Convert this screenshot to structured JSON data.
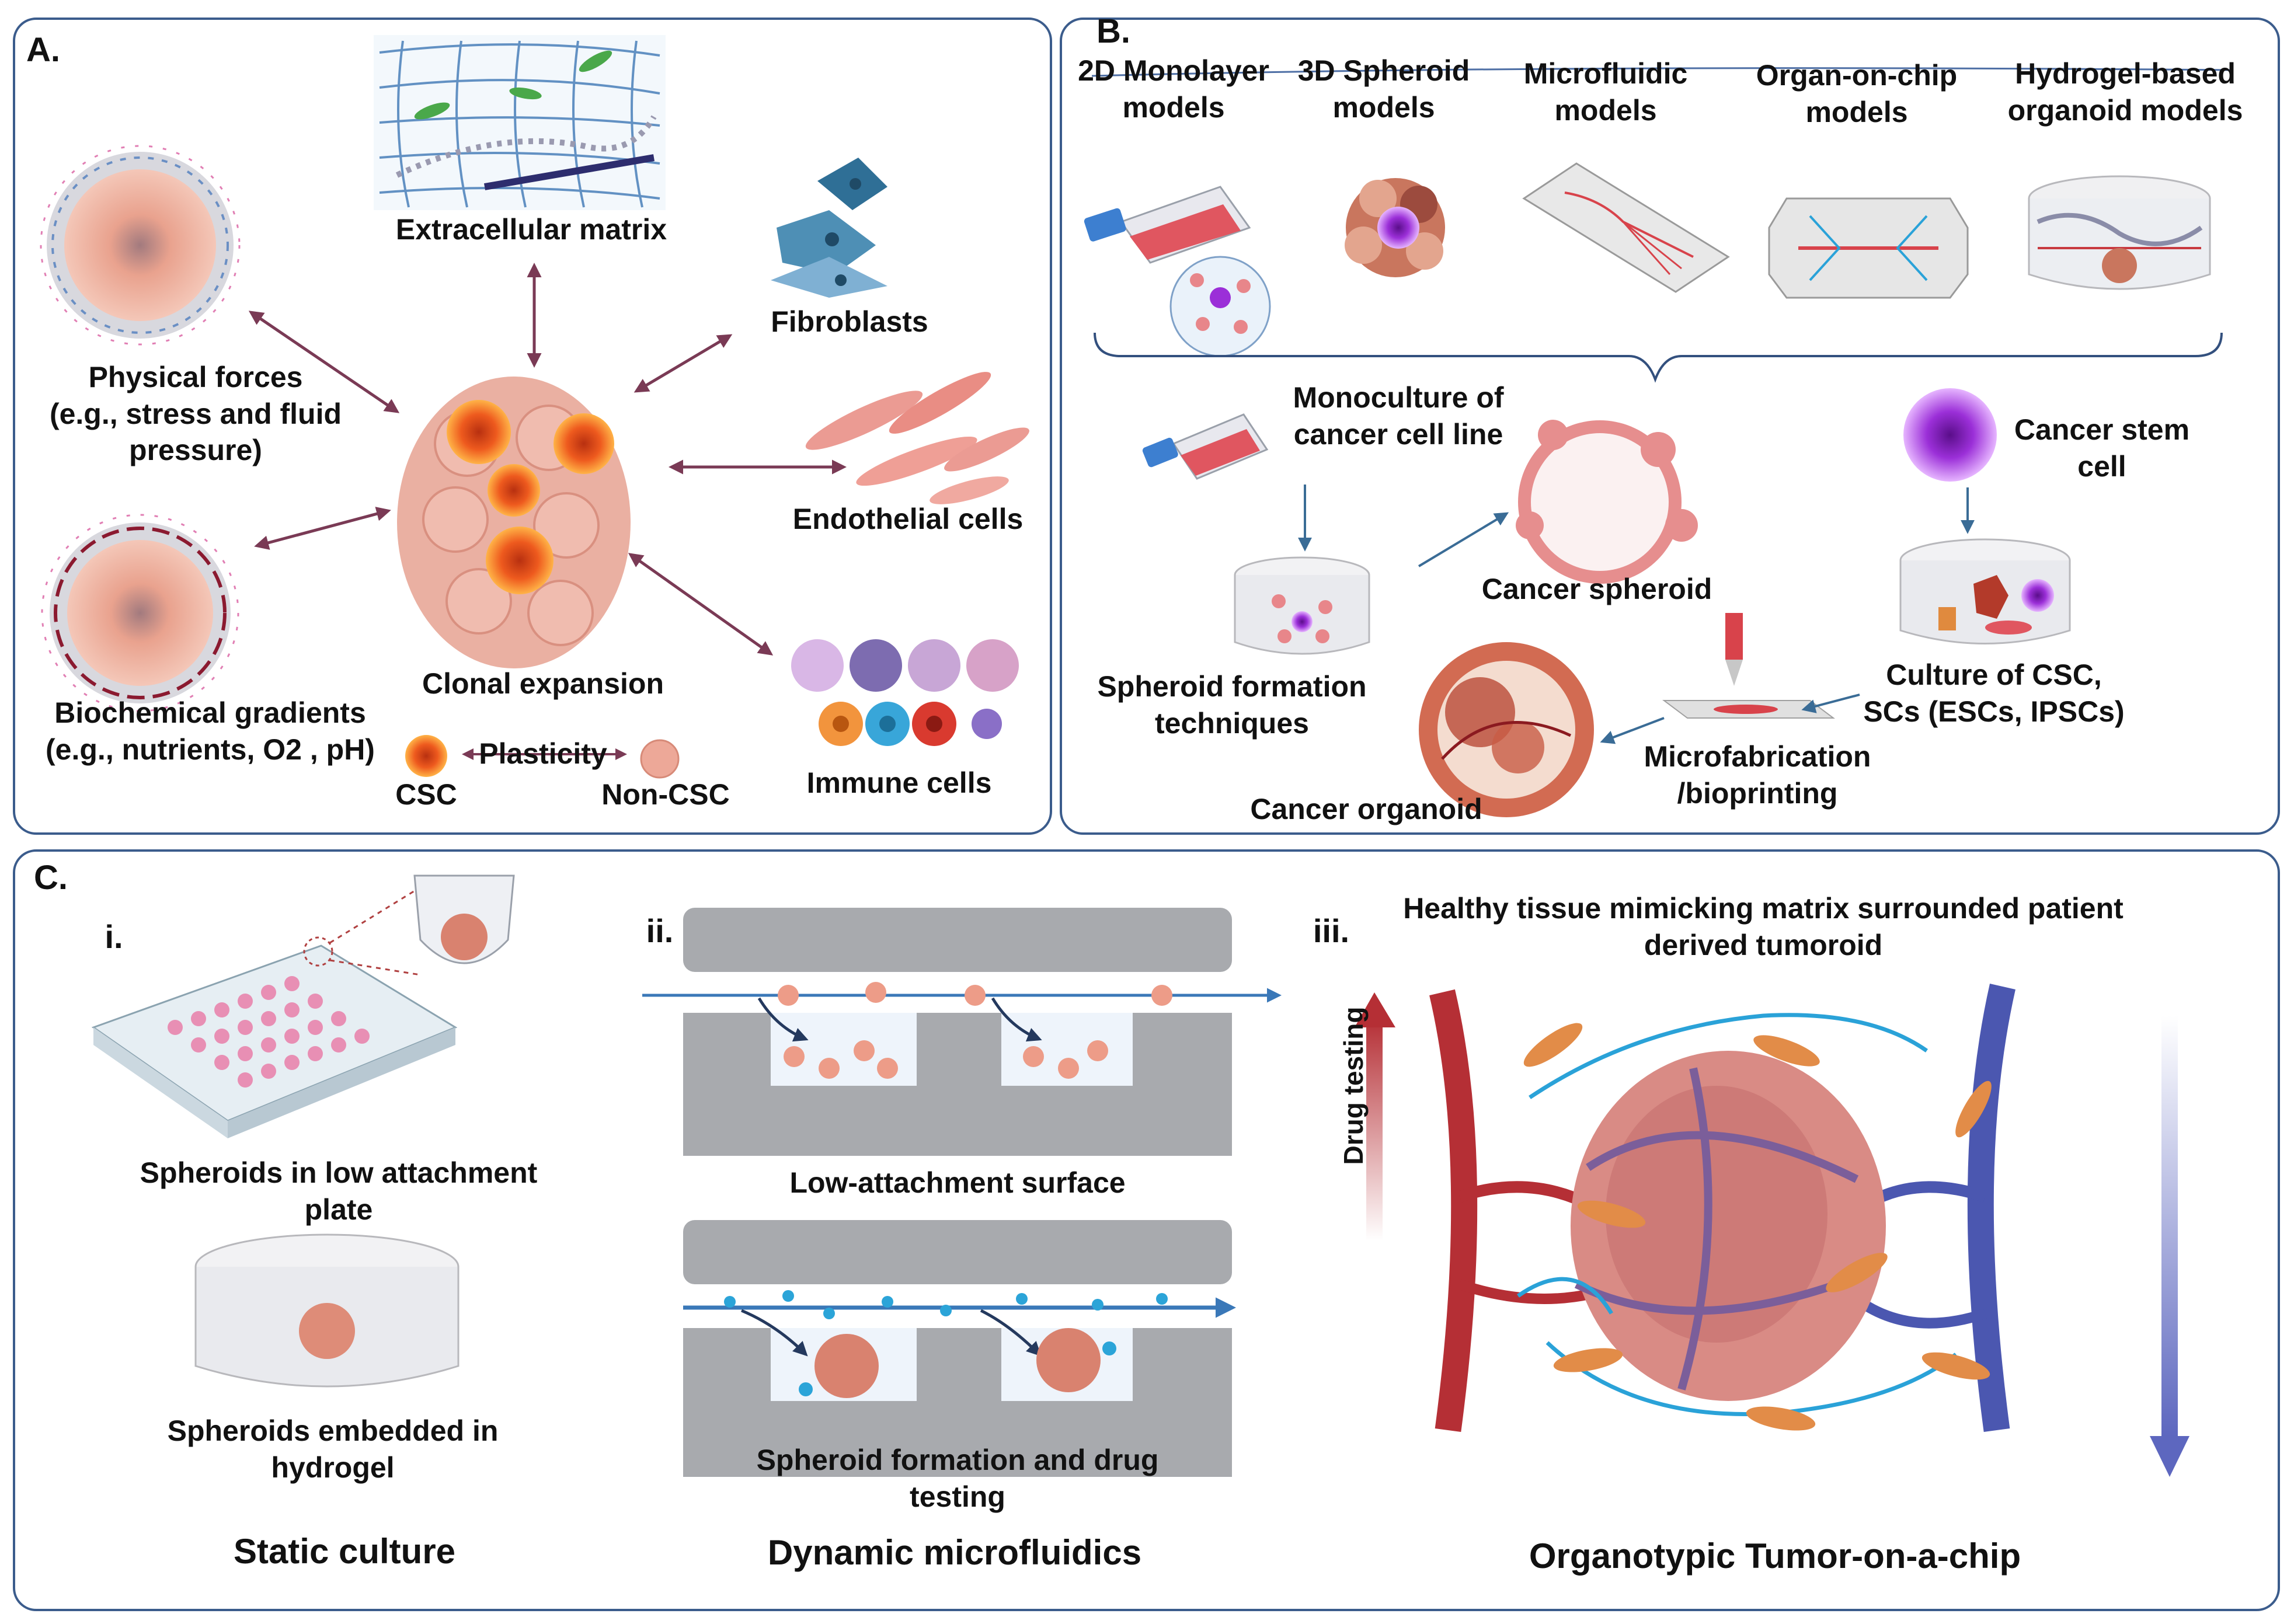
{
  "panel_a": {
    "letter": "A.",
    "labels": {
      "ecm": "Extracellular matrix",
      "fibroblasts": "Fibroblasts",
      "physical": "Physical forces\n(e.g., stress and fluid\npressure)",
      "endothelial": "Endothelial cells",
      "clonal": "Clonal expansion",
      "biochem": "Biochemical gradients\n(e.g., nutrients, O2 , pH)",
      "immune": "Immune cells",
      "plasticity": "Plasticity",
      "csc": "CSC",
      "noncsc": "Non-CSC"
    }
  },
  "panel_b": {
    "letter": "B.",
    "models": [
      "2D Monolayer\nmodels",
      "3D Spheroid\nmodels",
      "Microfluidic\nmodels",
      "Organ-on-chip\nmodels",
      "Hydrogel-based\norganoid models"
    ],
    "labels": {
      "monoculture": "Monoculture of\ncancer cell line",
      "cancer_stem": "Cancer stem\ncell",
      "cancer_spheroid": "Cancer spheroid",
      "spheroid_tech": "Spheroid formation\ntechniques",
      "culture_csc": "Culture of  CSC,\nSCs (ESCs, IPSCs)",
      "microfab": "Microfabrication\n/bioprinting",
      "organoid": "Cancer organoid"
    }
  },
  "panel_c": {
    "letter": "C.",
    "sub_i": "i.",
    "sub_ii": "ii.",
    "sub_iii": "iii.",
    "labels": {
      "low_attach_plate": "Spheroids in low attachment\nplate",
      "hydrogel": "Spheroids embedded in\nhydrogel",
      "low_surface": "Low-attachment surface",
      "formation_drug": "Spheroid formation and drug\ntesting",
      "healthy": "Healthy tissue mimicking matrix surrounded patient\nderived tumoroid",
      "drug_testing": "Drug testing"
    },
    "titles": {
      "static": "Static culture",
      "dynamic": "Dynamic microfluidics",
      "organotypic": "Organotypic Tumor-on-a-chip"
    }
  },
  "colors": {
    "border": "#3b5c8c",
    "arrow": "#7a3a55",
    "tumor": "#e8a090",
    "csc": "#e8501a",
    "flow": "#3a78b8",
    "channel": "#a8aaae",
    "artery": "#b52f35",
    "vein": "#4b57b0"
  }
}
